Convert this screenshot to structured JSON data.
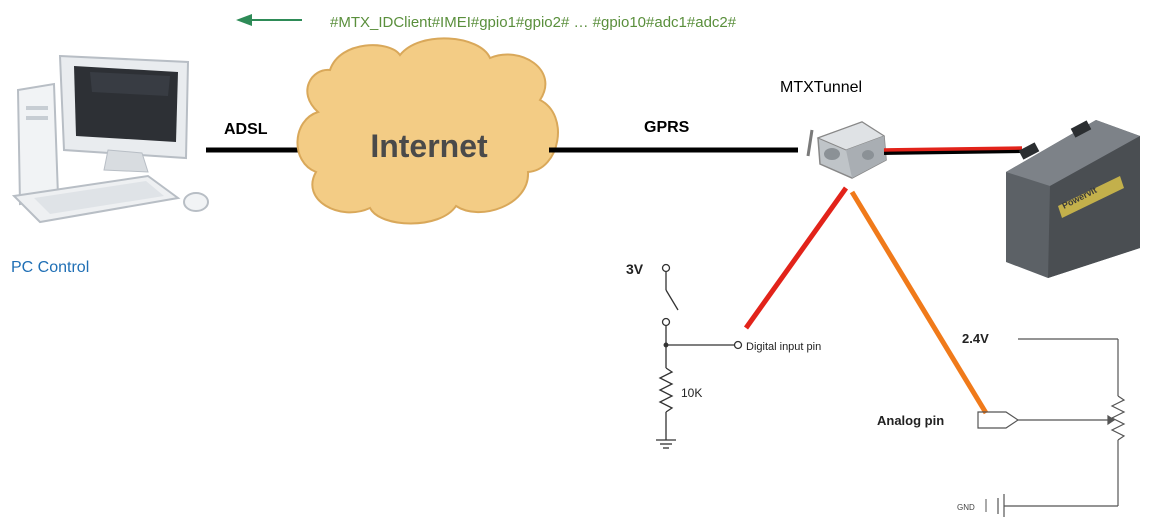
{
  "message": {
    "text": "#MTX_IDClient#IMEI#gpio1#gpio2# … #gpio10#adc1#adc2#"
  },
  "pc": {
    "label": "PC Control"
  },
  "links": {
    "adsl": "ADSL",
    "gprs": "GPRS"
  },
  "cloud": {
    "label": "Internet"
  },
  "device": {
    "label": "MTXTunnel"
  },
  "digital": {
    "voltage": "3V",
    "resistor": "10K",
    "pin_label": "Digital input pin"
  },
  "analog": {
    "voltage": "2.4V",
    "pin_label": "Analog pin",
    "gnd": "GND"
  },
  "battery": {
    "brand": "Powervit"
  },
  "colors": {
    "message": "#5a8f3c",
    "arrow": "#2e8b57",
    "pc_label": "#1f6fb5",
    "wire_red": "#e2231a",
    "wire_orange": "#f07a1a",
    "cloud": "#f3cc85"
  }
}
